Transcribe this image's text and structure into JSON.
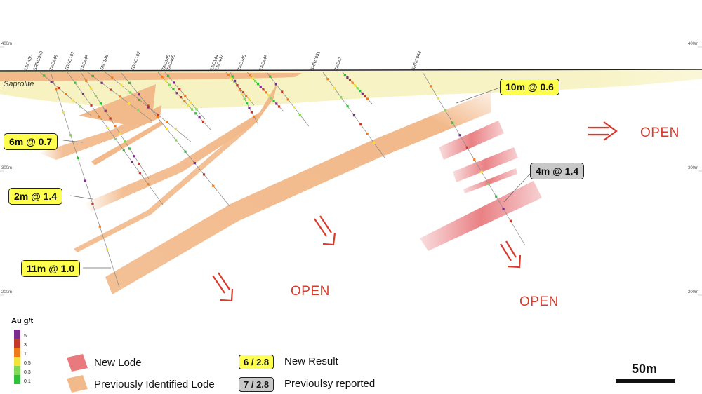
{
  "rl_labels": [
    "400m",
    "300m",
    "200m"
  ],
  "surface_label": "Saprolite",
  "holes": [
    "ZAC450",
    "SRRC050",
    "ZAC449",
    "ZDRC101",
    "ZAC448",
    "ZAC146",
    "ZDRC102",
    "ZAC145",
    "ZAC465",
    "ZAC144",
    "ZAC447",
    "ZAC348",
    "ZAC446",
    "SRRC031",
    "ZAC47",
    "SRRC048"
  ],
  "intercepts": [
    {
      "text": "10m @ 0.6",
      "style": "new"
    },
    {
      "text": "6m @ 0.7",
      "style": "new"
    },
    {
      "text": "2m @ 1.4",
      "style": "new"
    },
    {
      "text": "11m @ 1.0",
      "style": "new"
    },
    {
      "text": "4m @ 1.4",
      "style": "previous"
    }
  ],
  "open_labels": [
    "OPEN",
    "OPEN",
    "OPEN"
  ],
  "legend": {
    "au_title": "Au g/t",
    "au_scale": [
      {
        "value": "5",
        "color": "#7b2d8e"
      },
      {
        "value": "3",
        "color": "#c0392b"
      },
      {
        "value": "1",
        "color": "#f07a1a"
      },
      {
        "value": "0.5",
        "color": "#f4e23a"
      },
      {
        "value": "0.3",
        "color": "#7ed957"
      },
      {
        "value": "0.1",
        "color": "#2fbf3a"
      }
    ],
    "new_lode": "New Lode",
    "prev_lode": "Previously Identified Lode",
    "new_result_swatch": "6 / 2.8",
    "new_result": "New Result",
    "prev_result_swatch": "7 / 2.8",
    "prev_result": "Previoulsy reported"
  },
  "scale_bar": "50m",
  "colors": {
    "prev_lode": "#f2b98a",
    "new_lode": "#e87a7e",
    "saprolite": "#f7f2c0",
    "open": "#d93a2b",
    "new_result": "#ffff4d",
    "prev_result": "#c8c8c8"
  }
}
